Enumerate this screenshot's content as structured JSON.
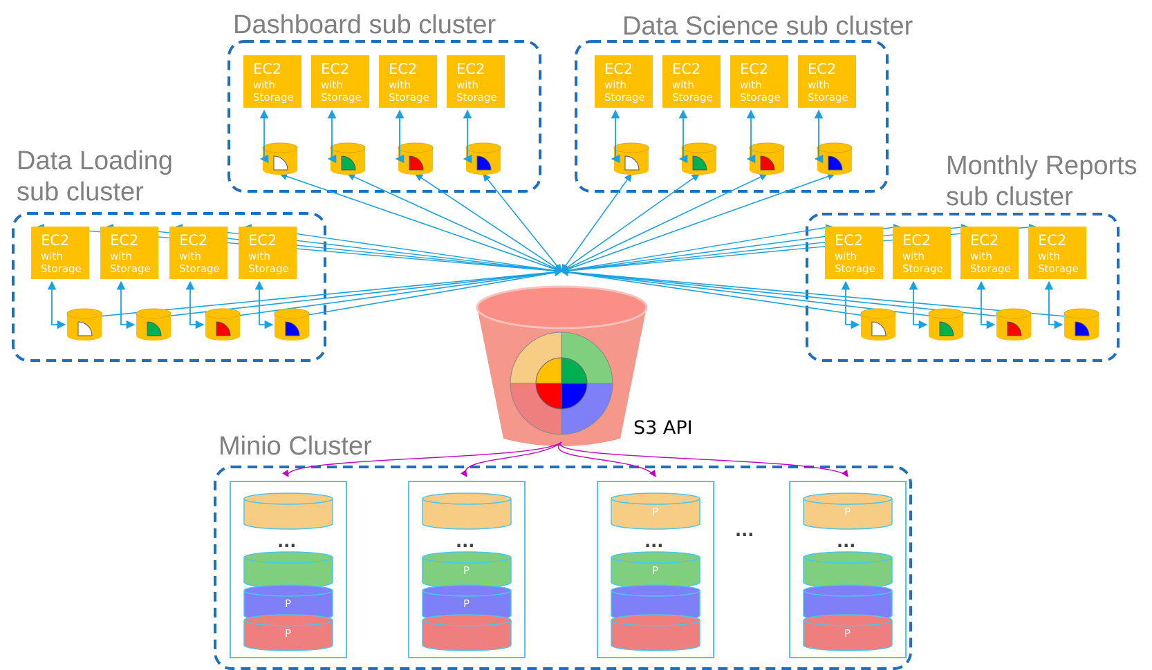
{
  "clusters": {
    "dashboard": {
      "title": "Dashboard sub cluster"
    },
    "data_science": {
      "title": "Data Science sub cluster"
    },
    "data_loading": {
      "title_lines": [
        "Data Loading",
        "sub cluster"
      ]
    },
    "monthly_reports": {
      "title_lines": [
        "Monthly Reports",
        "sub cluster"
      ]
    },
    "minio": {
      "title": "Minio Cluster"
    }
  },
  "ec2_node": {
    "title": "EC2",
    "line1": "with",
    "line2": "Storage"
  },
  "node_count_per_cluster": 4,
  "cache_fill_colors": [
    "#ffffff",
    "#00b050",
    "#ff0000",
    "#0000ff"
  ],
  "bucket": {
    "label": "S3 API"
  },
  "minio_nodes": [
    {
      "disks": [
        {
          "color": "orange",
          "label": ""
        },
        {
          "color": "green",
          "label": ""
        },
        {
          "color": "blue",
          "label": "P"
        },
        {
          "color": "red",
          "label": "P"
        }
      ]
    },
    {
      "disks": [
        {
          "color": "orange",
          "label": ""
        },
        {
          "color": "green",
          "label": "P"
        },
        {
          "color": "blue",
          "label": "P"
        },
        {
          "color": "red",
          "label": ""
        }
      ]
    },
    {
      "disks": [
        {
          "color": "orange",
          "label": "P"
        },
        {
          "color": "green",
          "label": "P"
        },
        {
          "color": "blue",
          "label": ""
        },
        {
          "color": "red",
          "label": ""
        }
      ]
    },
    {
      "disks": [
        {
          "color": "orange",
          "label": "P"
        },
        {
          "color": "green",
          "label": ""
        },
        {
          "color": "blue",
          "label": ""
        },
        {
          "color": "red",
          "label": "P"
        }
      ]
    }
  ],
  "ellipsis": "...",
  "colors": {
    "ec2": "#ffc000",
    "dashed_border": "#1f6fbd",
    "arrow": "#1ba1e2",
    "bucket": "#f5978b",
    "minio_arrow": "#c000c0",
    "disk_orange": "#f7cd85",
    "disk_green": "#7fcf7f",
    "disk_blue": "#7f7ff7",
    "disk_red": "#ef7f7f",
    "node_border": "#4dc6e8"
  }
}
